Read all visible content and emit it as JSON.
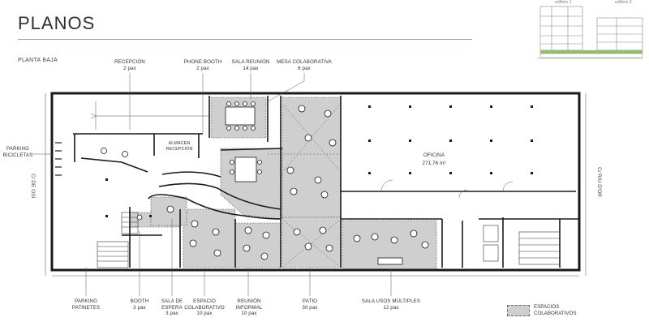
{
  "header": {
    "title": "PLANOS",
    "subtitle": "PLANTA BAJA"
  },
  "thumbnail": {
    "left_label": "edificio 1",
    "right_label": "edificio 2"
  },
  "labels_top": [
    {
      "id": "recepcion",
      "name": "RECEPCIÓN",
      "pax": "2 pax"
    },
    {
      "id": "phone-booth",
      "name": "PHONE BOOTH",
      "pax": "2 pax"
    },
    {
      "id": "sala-reunion",
      "name": "SALA REUNIÓN",
      "pax": "14 pax"
    },
    {
      "id": "mesa-colaborativa",
      "name": "MESA COLABORATIVA",
      "pax": "6 pax"
    }
  ],
  "labels_bottom": [
    {
      "id": "parking-patinetes",
      "line1": "PARKING",
      "line2": "PATINETES",
      "line3": ""
    },
    {
      "id": "booth",
      "line1": "BOOTH",
      "line2": "3 pax",
      "line3": ""
    },
    {
      "id": "sala-espera",
      "line1": "SALA DE",
      "line2": "ESPERA",
      "line3": "3 pax"
    },
    {
      "id": "espacio-colaborativo",
      "line1": "ESPACIO",
      "line2": "COLABORATIVO",
      "line3": "10 pax"
    },
    {
      "id": "reunion-informal",
      "line1": "REUNIÓN",
      "line2": "INFORMAL",
      "line3": "10 pax"
    },
    {
      "id": "patio",
      "line1": "PATIO",
      "line2": "30 pax",
      "line3": ""
    },
    {
      "id": "sala-usos",
      "line1": "SALA USOS MÚLTIPLES",
      "line2": "12 pax",
      "line3": ""
    }
  ],
  "parking_bicicletas": {
    "line1": "PARKING",
    "line2": "BICICLETAS"
  },
  "almacen": {
    "line1": "ALMACÉN",
    "line2": "RECEPCIÓN"
  },
  "office": {
    "name": "OFICINA",
    "area": "271,76 m²"
  },
  "streets": {
    "left": "C/ DE OSI",
    "right": "C/ RIU D'OR"
  },
  "legend": {
    "line1": "ESPACIOS",
    "line2": "COLABORATIVOS",
    "fill": "#cfcfcf"
  },
  "colors": {
    "accent": "#8fbf6a",
    "wall": "#1a1a1a",
    "collab": "#cfcfcf"
  }
}
